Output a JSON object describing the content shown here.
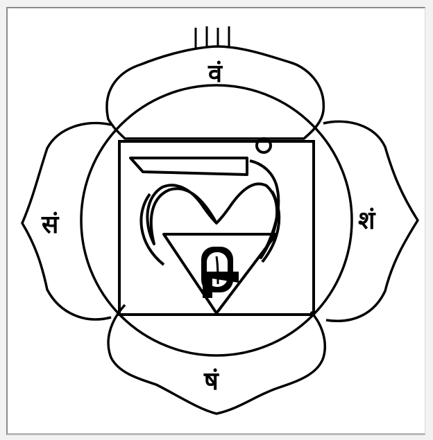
{
  "image": {
    "subject": "root-chakra-muladhara-yantra",
    "colors": {
      "ink": "#000000",
      "paper": "#ffffff",
      "frame": "#f2f2f2",
      "border": "#8a8a8a"
    }
  },
  "petals": {
    "top": "वं",
    "right": "शं",
    "bottom": "षं",
    "left": "सं"
  },
  "center": {
    "bija": "लं"
  }
}
